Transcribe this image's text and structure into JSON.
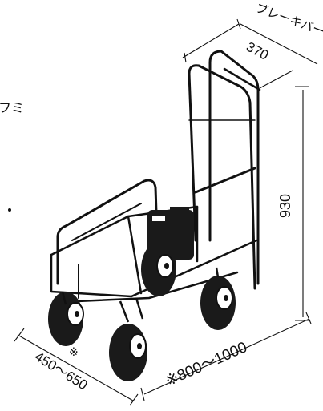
{
  "labels": {
    "brake_lever": "ブレーキバー",
    "width_top": "370",
    "height": "930",
    "length": "※800～1000",
    "track_width": "450～650",
    "track_width_mark": "※",
    "left_fragment": "フミ"
  },
  "colors": {
    "line": "#111111",
    "background": "#ffffff"
  }
}
